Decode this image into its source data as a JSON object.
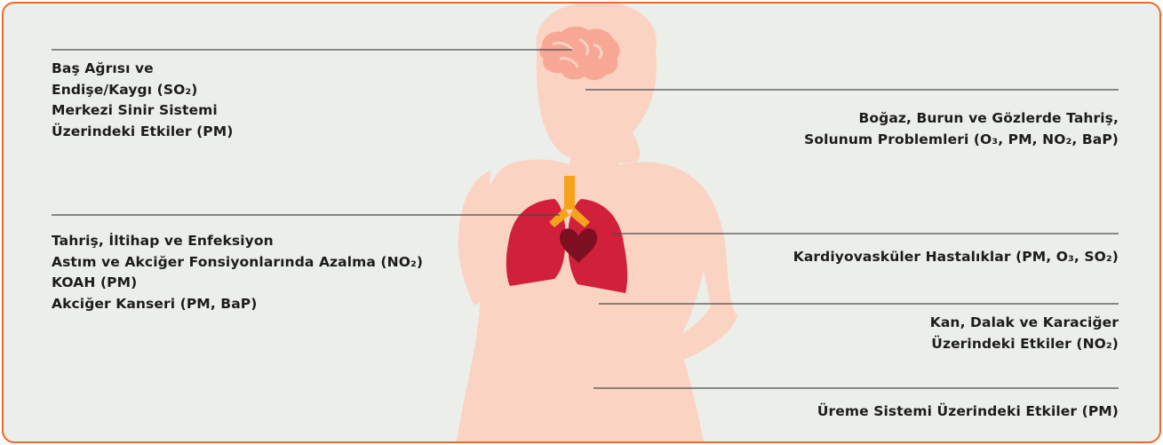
{
  "labels": {
    "head_left": [
      "Baş Ağrısı ve",
      "Endişe/Kaygı (SO₂)",
      "Merkezi Sinir Sistemi",
      "Üzerindeki Etkiler (PM)"
    ],
    "throat_right": [
      "Boğaz, Burun ve Gözlerde Tahriş,",
      "Solunum Problemleri (O₃, PM, NO₂, BaP)"
    ],
    "lungs_left": [
      "Tahriş, İltihap ve Enfeksiyon",
      "Astım ve Akciğer Fonsiyonlarında Azalma (NO₂)",
      "KOAH (PM)",
      "Akciğer Kanseri (PM, BaP)"
    ],
    "heart_right": [
      "Kardiyovasküler Hastalıklar (PM, O₃, SO₂)"
    ],
    "liver_right": [
      "Kan, Dalak ve Karaciğer",
      "Üzerindeki Etkiler (NO₂)"
    ],
    "repro_right": [
      "Üreme Sistemi Üzerindeki Etkiler (PM)"
    ]
  },
  "colors": {
    "frame": "#ea6a2c",
    "background": "#ecefe9",
    "body": "#fbd3c3",
    "brain": "#f7a793",
    "lungs": "#d0203a",
    "trachea": "#f6a21c",
    "heart": "#7d1020",
    "leader_line": "#4a4a4a"
  },
  "icons": [
    "human-silhouette-icon",
    "brain-icon",
    "lungs-icon",
    "trachea-icon",
    "heart-icon"
  ]
}
